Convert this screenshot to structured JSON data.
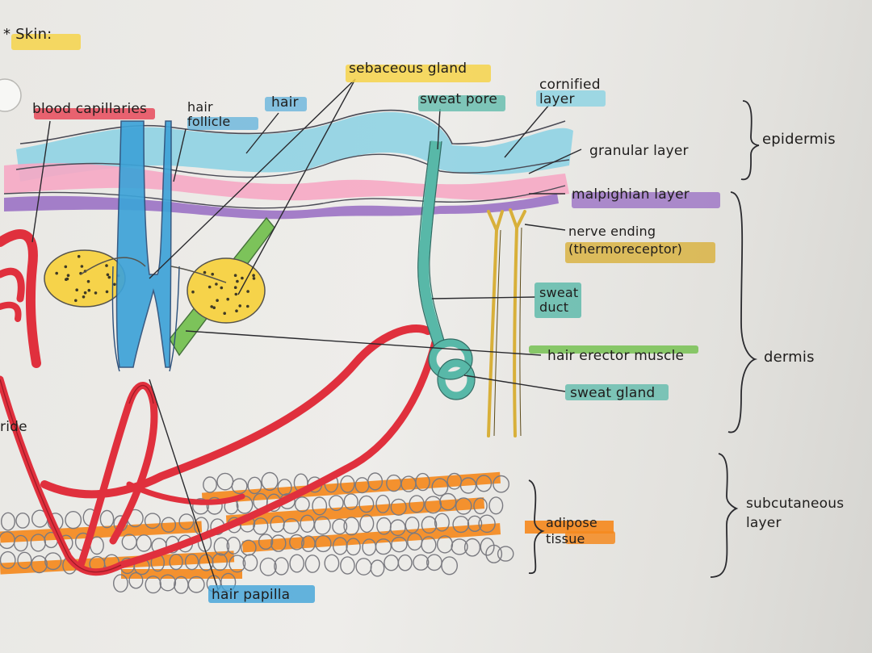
{
  "colors": {
    "paper": "#ebeae6",
    "epidermis_blue": "#8fd3e3",
    "granular_pink": "#f6a9c4",
    "malpighian_purple": "#9b72c4",
    "capillary_red": "#e0303d",
    "hair_blue": "#3ea3d8",
    "gland_yellow": "#f6d34a",
    "sweat_teal": "#58b8a8",
    "muscle_green": "#7cc35a",
    "nerve_gold": "#d8b03a",
    "adipose_orange": "#f58a1f",
    "ink": "#1f1d1c"
  },
  "labels": {
    "title": "* Skin:",
    "blood_capillaries": "blood capillaries",
    "hair_follicle": "hair\nfollicle",
    "hair": "hair",
    "sebaceous_gland": "sebaceous gland",
    "sweat_pore": "sweat pore",
    "cornified_layer": "cornified\nlayer",
    "granular_layer": "granular layer",
    "malpighian_layer": "malpighian layer",
    "nerve_ending": "nerve ending\n(thermoreceptor)",
    "sweat_duct": "sweat\nduct",
    "hair_erector_muscle": "hair erector muscle",
    "sweat_gland": "sweat gland",
    "adipose_tissue": "adipose\ntissue",
    "hair_papilla": "hair papilla",
    "left_edge": "ride",
    "epidermis": "epidermis",
    "dermis": "dermis",
    "subcutaneous_layer": "subcutaneous\nlayer"
  }
}
